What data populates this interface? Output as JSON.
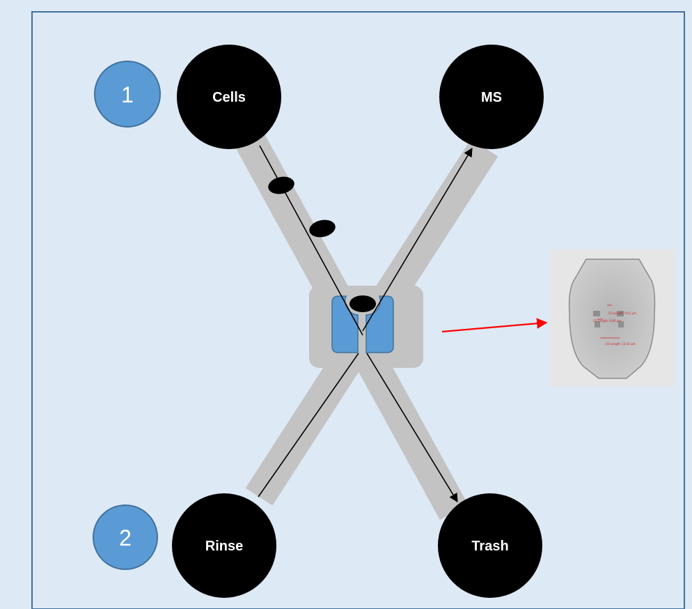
{
  "nodes": {
    "cells": "Cells",
    "ms": "MS",
    "rinse": "Rinse",
    "trash": "Trash"
  },
  "steps": {
    "one": "1",
    "two": "2"
  },
  "micrograph": {
    "m1": "(1) Length: 0.41 µm",
    "m2": "(2) Length: 0.00 µm",
    "m3": "(3) Length: 13.03 µm"
  },
  "colors": {
    "background": "#dde9f5",
    "border": "#41719c",
    "channel": "#c3c3c3",
    "reservoir": "#000000",
    "trap": "#5b9bd5",
    "step_badge": "#5b9bd5",
    "pointer_arrow": "#ff0000"
  }
}
